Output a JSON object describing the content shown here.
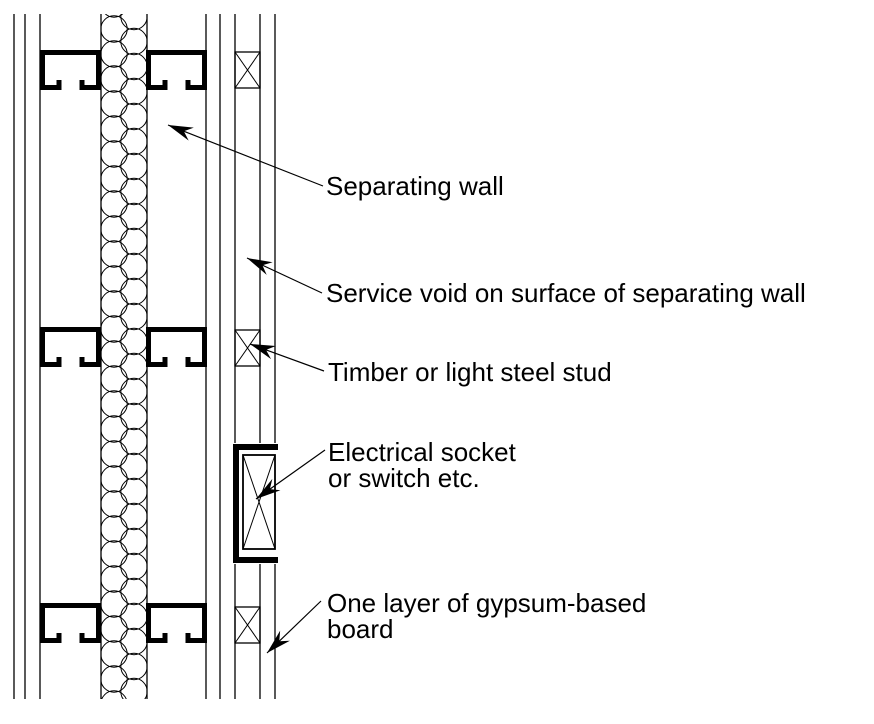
{
  "colors": {
    "ink": "#000000",
    "background": "#ffffff"
  },
  "labels": {
    "separating_wall": "Separating wall",
    "service_void": "Service void on surface of separating wall",
    "stud": "Timber or light steel stud",
    "electrical_socket": "Electrical socket\nor switch etc.",
    "gypsum_board": "One layer of gypsum-based\nboard"
  }
}
